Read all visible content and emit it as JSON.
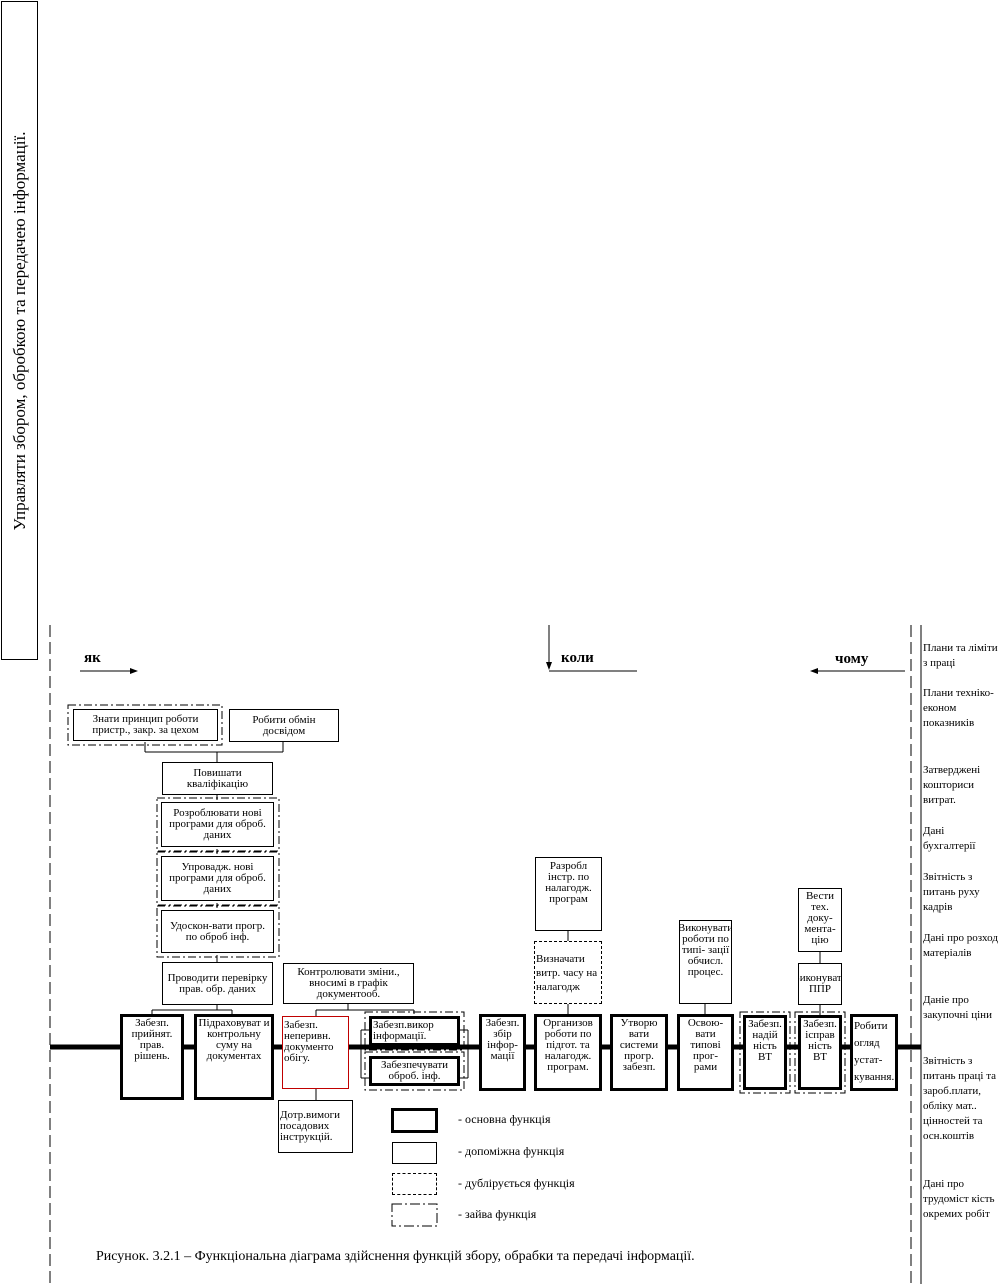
{
  "title": "Управляти збором, обробкою та передачею інформації.",
  "directions": {
    "how": "як",
    "when": "коли",
    "why": "чому"
  },
  "boxes": {
    "znaty": "Знати принцип роботи пристр., закр. за цехом",
    "robyty_obmin": "Робити обмін досвідом",
    "povyshuvaty": "Повишати кваліфікацію",
    "rozrobl_novi": "Розроблювати нові програми для оброб. даних",
    "uprovadzh": "Упровадж. нові програми для оброб. даних",
    "udoskon": "Удоскон-вати прогр. по оброб інф.",
    "provodyty": "Проводити перевірку прав. обр. даних",
    "kontroluvaty": "Контролювати зміни., вносимі в графік документооб.",
    "zabezp_pryin": "Забезп. прийнят. прав. рішень.",
    "pidrakhovuvat": "Підраховуват и контрольну суму на документах",
    "zabezp_neperyv": "Забезп. неперивн. документо обігу.",
    "dotr_vymogy": "Дотр.вимоги посадових інструкцій.",
    "zabezp_vykor": "Забезп.викор інформації.",
    "zabezpech_obrob": "Забезпечувати оброб. інф.",
    "zabezp_zbir": "Забезп. збір інфор- мації",
    "rozrobl_instr": "Разробл інстр. по налагодж. програм",
    "vyznachaty": "Визначати витр. часу на налагодж",
    "organizov": "Организов роботи по підгот. та налагодж. програм.",
    "utvoryuvaty": "Утворю вати системи прогр. забезп.",
    "vykonuvaty_roboty": "Виконувати роботи по типі- зації обчисл. процес.",
    "osvoyuvaty": "Освою- вати типові прог- рами",
    "zabezp_nadiyn": "Забезп. надій ність ВТ",
    "vesty_tekh": "Вести тех. доку- мента- цію",
    "vykonuvaty_ppr": "Виконувати ППР",
    "zabezp_ispr": "Забезп. іспрaв ність ВТ",
    "robyty_ohlyad": "Робити огляд устат- кування."
  },
  "right_notes": [
    "Плани та ліміти з праці",
    "Плани техніко- економ показників",
    "Затверджені кошториси витрат.",
    "Дані бухгалтерії",
    "Звітність з питань руху кадрів",
    "Дані про розход матеріалів",
    "Данiе про закупочні ціни",
    "Звітність з питань праці та зароб.плати, обліку мат.. цінностей та осн.коштів",
    "Дані про трудоміст кість окремих робіт"
  ],
  "legend": [
    {
      "style": "thick",
      "label": "- основна функція"
    },
    {
      "style": "thin",
      "label": "- допоміжна функція"
    },
    {
      "style": "dashed",
      "label": "- дублірується функція"
    },
    {
      "style": "dashdot",
      "label": "- зайва функція"
    }
  ],
  "caption": "Рисунок. 3.2.1 – Функціональна діаграма здійснення функцій збору, обрабки та передачі інформації."
}
